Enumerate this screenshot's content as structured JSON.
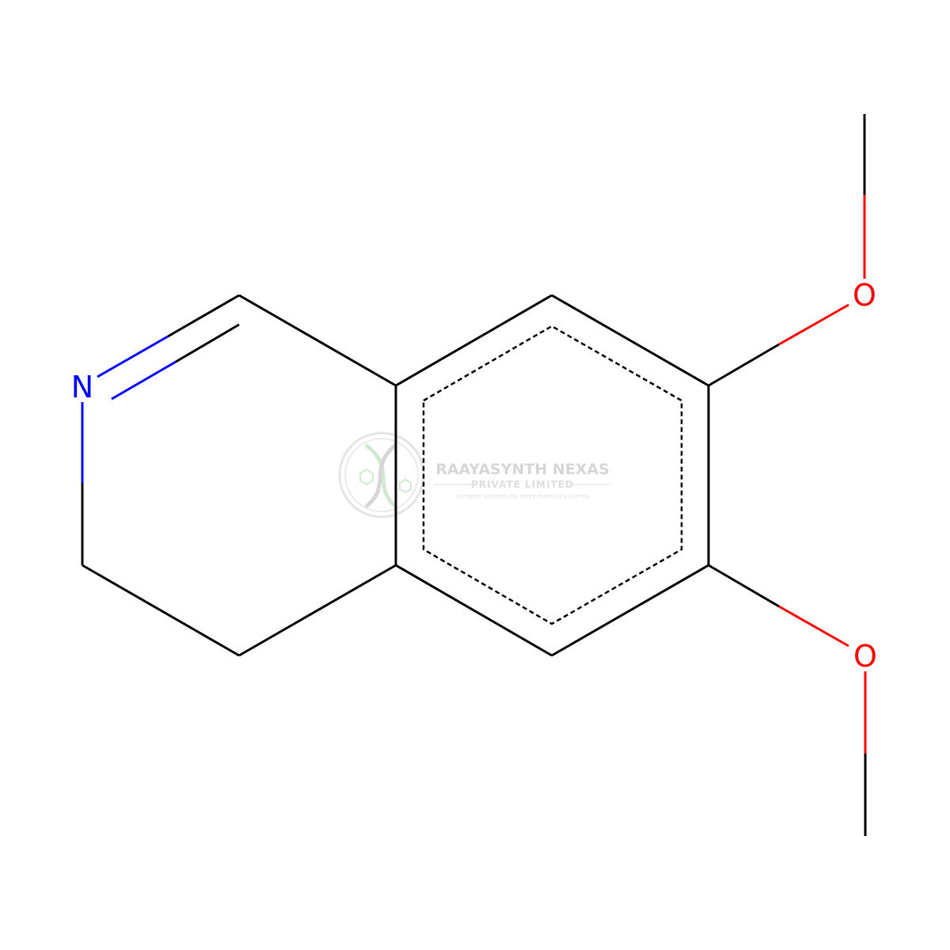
{
  "molecule": {
    "atoms": {
      "nitrogen": {
        "symbol": "N",
        "color": "#0000ff"
      },
      "oxygen_top": {
        "symbol": "O",
        "color": "#ff0000"
      },
      "oxygen_bottom": {
        "symbol": "O",
        "color": "#ff0000"
      }
    },
    "colors": {
      "carbon_bond": "#000000",
      "nitrogen": "#0000ff",
      "oxygen": "#ff0000"
    }
  },
  "watermark": {
    "title": "RAAYASYNTH NEXAS",
    "subtitle": "PRIVATE LIMITED",
    "tagline": "Complete solutions for every molecule's journey",
    "colors": {
      "green": "#3a9a3a",
      "gray": "#6a6a6a"
    }
  }
}
